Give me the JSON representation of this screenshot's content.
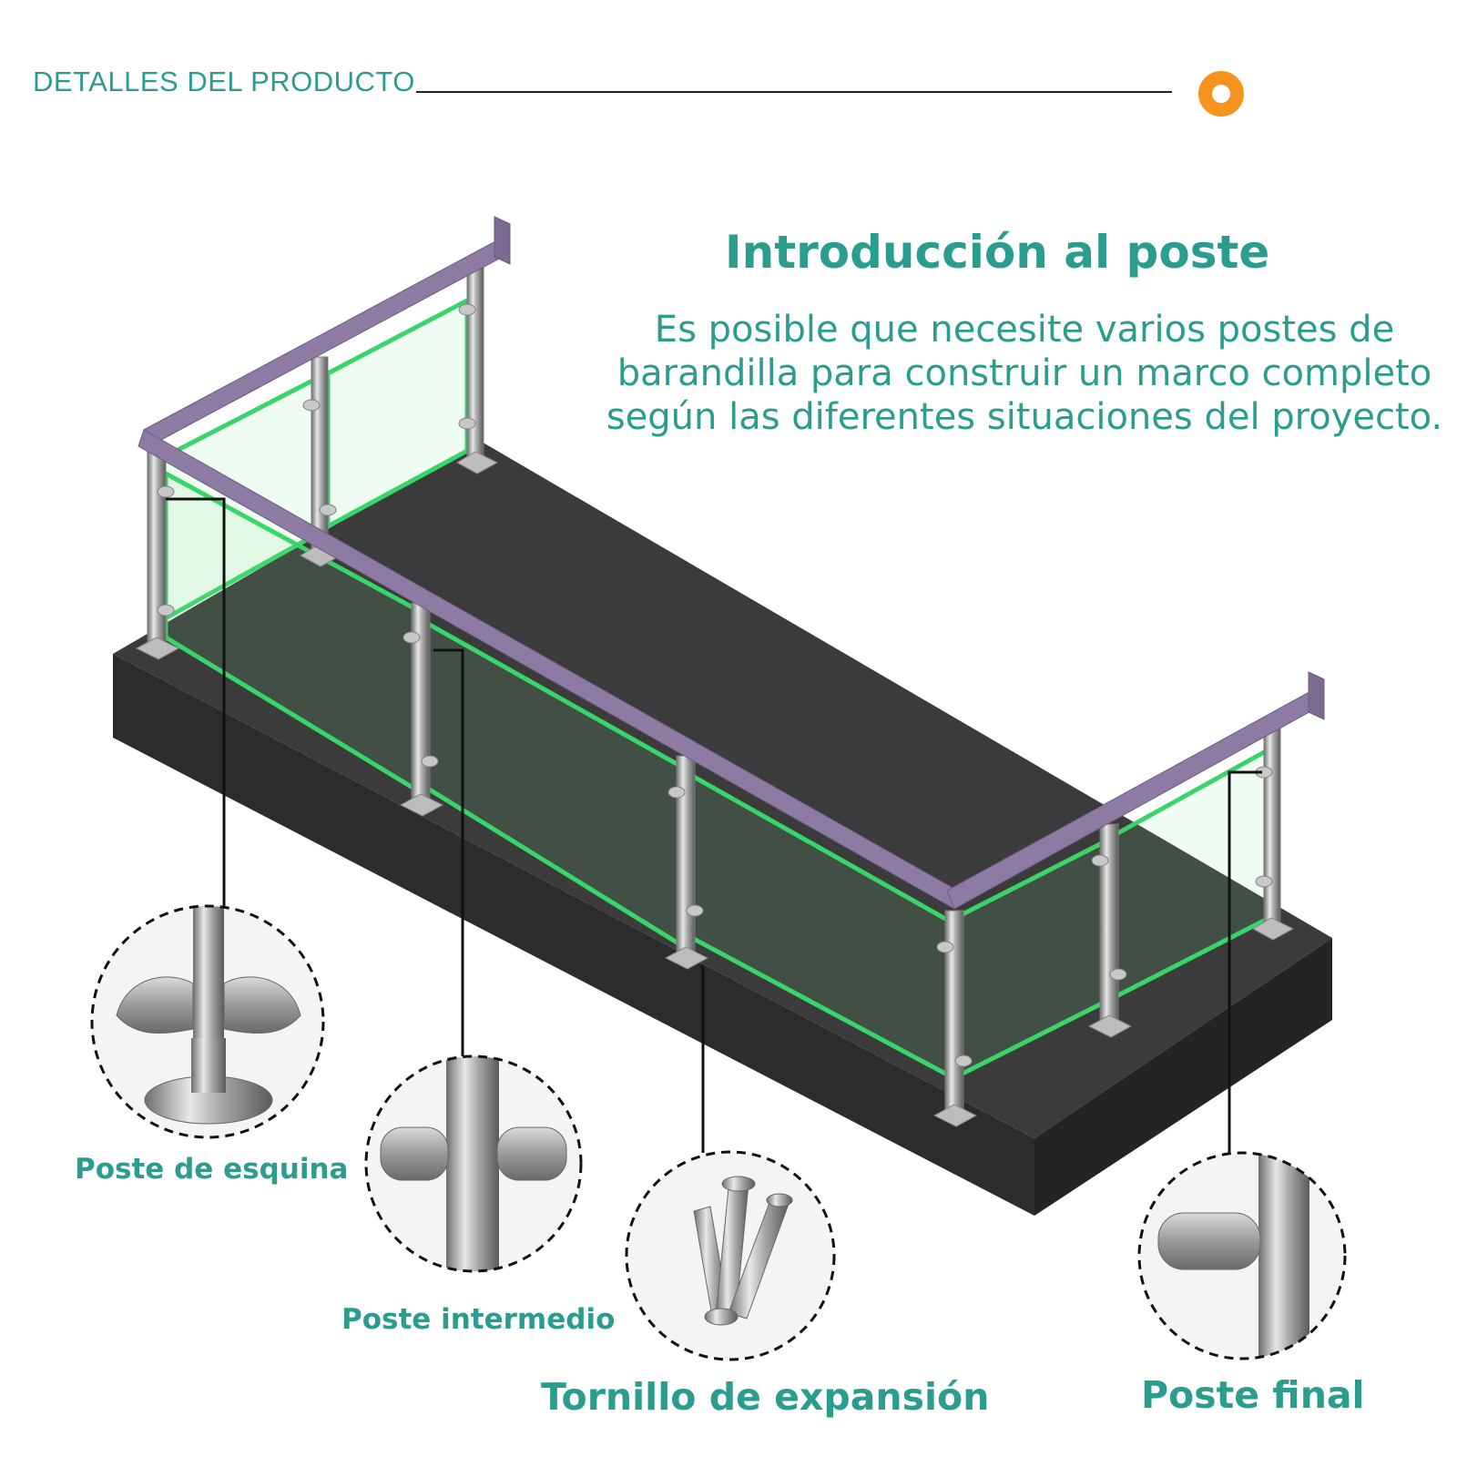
{
  "header": {
    "label": "DETALLES DEL PRODUCTO"
  },
  "intro": {
    "title": "Introducción al poste",
    "description_lines": [
      "Es posible que necesite varios postes de",
      "barandilla para construir un marco completo",
      "según las diferentes situaciones del proyecto."
    ]
  },
  "components": {
    "corner_post": "Poste de esquina",
    "intermediate_post": "Poste intermedio",
    "expansion_bolt": "Tornillo de expansión",
    "end_post": "Poste final"
  },
  "colors": {
    "teal": "#2a9d8f",
    "orange": "#f7941d",
    "handrail": "#8e7ba3",
    "glass_edge": "#39d46a",
    "slab_top": "#3b3b3b",
    "slab_side": "#2c2c2c",
    "steel": "#b3b3b3"
  }
}
